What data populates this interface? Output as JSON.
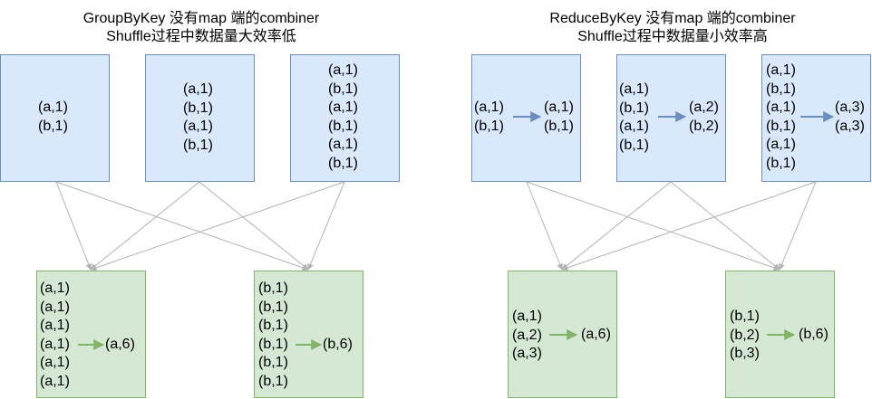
{
  "left": {
    "title_line1": "GroupByKey 没有map 端的combiner",
    "title_line2": "Shuffle过程中数据量大效率低",
    "source1": [
      "(a,1)",
      "(b,1)"
    ],
    "source2": [
      "(a,1)",
      "(b,1)",
      "(a,1)",
      "(b,1)"
    ],
    "source3": [
      "(a,1)",
      "(b,1)",
      "(a,1)",
      "(b,1)",
      "(a,1)",
      "(b,1)"
    ],
    "reduce_a": [
      "(a,1)",
      "(a,1)",
      "(a,1)",
      "(a,1)",
      "(a,1)",
      "(a,1)"
    ],
    "reduce_a_result": "(a,6)",
    "reduce_b": [
      "(b,1)",
      "(b,1)",
      "(b,1)",
      "(b,1)",
      "(b,1)",
      "(b,1)"
    ],
    "reduce_b_result": "(b,6)"
  },
  "right": {
    "title_line1": "ReduceByKey 没有map 端的combiner",
    "title_line2": "Shuffle过程中数据量小效率高",
    "source1_in": [
      "(a,1)",
      "(b,1)"
    ],
    "source1_out": [
      "(a,1)",
      "(b,1)"
    ],
    "source2_in": [
      "(a,1)",
      "(b,1)",
      "(a,1)",
      "(b,1)"
    ],
    "source2_out": [
      "(a,2)",
      "(b,2)"
    ],
    "source3_in": [
      "(a,1)",
      "(b,1)",
      "(a,1)",
      "(b,1)",
      "(a,1)",
      "(b,1)"
    ],
    "source3_out": [
      "(a,3)",
      "(a,3)"
    ],
    "reduce_a": [
      "(a,1)",
      "(a,2)",
      "(a,3)"
    ],
    "reduce_a_result": "(a,6)",
    "reduce_b": [
      "(b,1)",
      "(b,2)",
      "(b,3)"
    ],
    "reduce_b_result": "(b,6)"
  },
  "colors": {
    "map_fill": "#dae8fc",
    "map_border": "#6c8ebf",
    "reduce_fill": "#d5e8d4",
    "reduce_border": "#82b366",
    "edge": "#b3b3b3"
  }
}
